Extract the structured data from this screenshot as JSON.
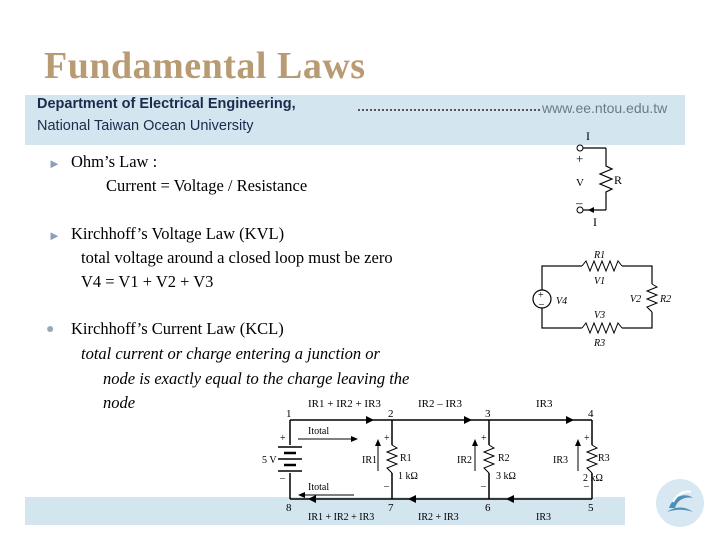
{
  "header": {
    "title": "Fundamental Laws",
    "department": "Department of Electrical Engineering,",
    "university": "National Taiwan Ocean University",
    "url": "www.ee.ntou.edu.tw"
  },
  "bullets": [
    {
      "heading": "Ohm’s Law :",
      "lines": [
        "Current = Voltage / Resistance"
      ]
    },
    {
      "heading": "Kirchhoff’s Voltage Law (KVL)",
      "lines": [
        "total voltage around a closed loop must be zero",
        "V4 = V1 + V2 + V3"
      ]
    },
    {
      "heading": "Kirchhoff’s Current Law (KCL)",
      "lines": [
        "total current or charge entering a junction or",
        "node is exactly equal to the charge leaving the",
        "node"
      ]
    }
  ],
  "ohm_diagram": {
    "current": "I",
    "plus": "+",
    "voltage": "V",
    "resistor": "R",
    "minus": "–",
    "current_return": "I"
  },
  "kvl_diagram": {
    "r1": "R1",
    "v1": "V1",
    "r2": "R2",
    "v2": "V2",
    "r3": "R3",
    "v3": "V3",
    "v4": "V4"
  },
  "kcl_diagram": {
    "top_currents": [
      "IR1 + IR2 + IR3",
      "IR2 – IR3",
      "IR3"
    ],
    "nodes_top": [
      "1",
      "2",
      "3",
      "4"
    ],
    "nodes_bottom": [
      "8",
      "7",
      "6",
      "5"
    ],
    "bottom_currents": [
      "IR1 + IR2 + IR3",
      "IR2 + IR3",
      "IR3"
    ],
    "itotal_top": "Itotal",
    "itotal_bottom": "Itotal",
    "source": "5 V",
    "branch_currents": [
      "IR1",
      "IR2",
      "IR3"
    ],
    "resistors": [
      "R1",
      "R2",
      "R3"
    ],
    "values": [
      "1 kΩ",
      "3 kΩ",
      "2 kΩ"
    ]
  }
}
